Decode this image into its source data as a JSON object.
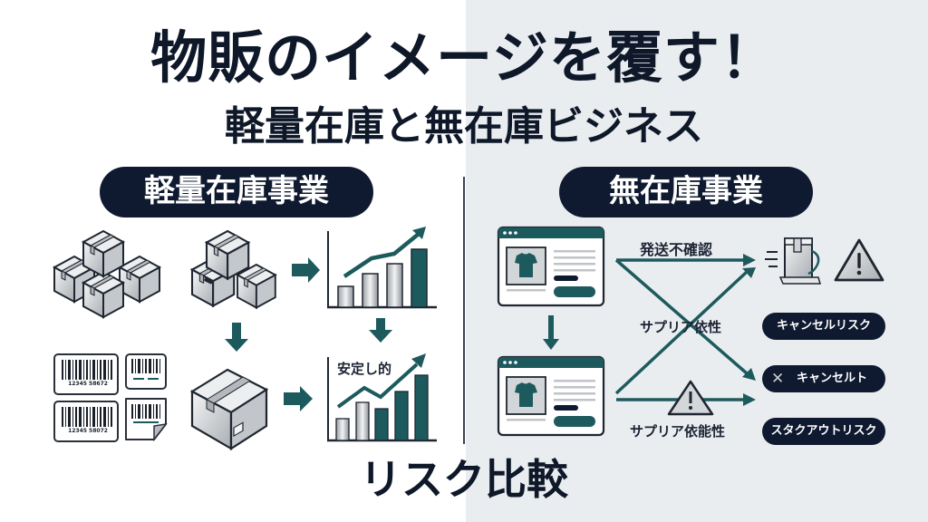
{
  "header": {
    "title": "物販のイメージを覆す！",
    "subtitle": "軽量在庫と無在庫ビジネス"
  },
  "left_section": {
    "heading": "軽量在庫事業",
    "icons": [
      "box-stack-icon",
      "box-group-icon",
      "growth-chart-icon",
      "barcode-labels-icon",
      "single-box-icon",
      "stable-growth-chart-icon"
    ],
    "barcode_numbers": [
      "12345 58672",
      "12345 58072"
    ],
    "chart_label": "安定し的"
  },
  "right_section": {
    "heading": "無在庫事業",
    "flow_labels": {
      "top": "発送不確認",
      "middle": "サプリア依性",
      "bottom": "サプリア依能性"
    },
    "risk_pills": [
      "キャンセルリスク",
      "キャンセルト",
      "スタクアウトリスク"
    ],
    "icons": [
      "product-page-icon",
      "delivery-box-icon",
      "warning-icon",
      "cancel-x-icon"
    ]
  },
  "footer": {
    "title": "リスク比較"
  },
  "colors": {
    "navy": "#0f1a30",
    "teal": "#1d5a5e",
    "left_bg": "#ffffff",
    "right_bg": "#e9edf0"
  }
}
